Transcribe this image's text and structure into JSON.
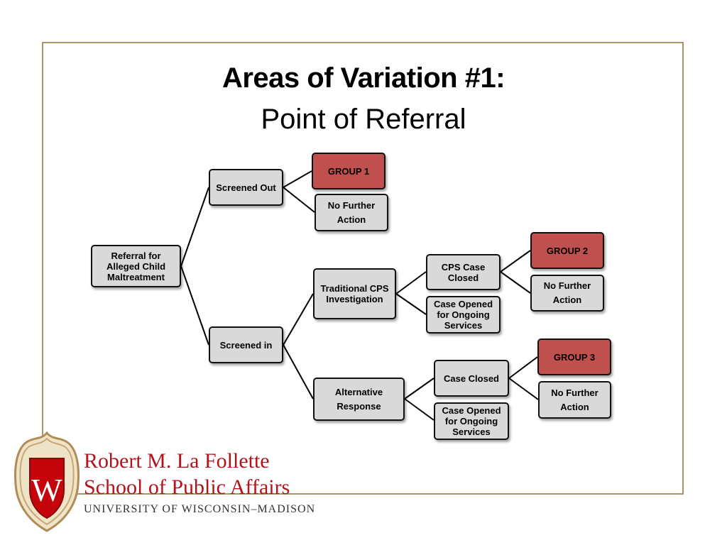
{
  "slide": {
    "title": "Areas of Variation #1:",
    "subtitle": "Point of Referral"
  },
  "nodes": {
    "referral": "Referral for Alleged Child Maltreatment",
    "screened_out": "Screened Out",
    "group1": "GROUP 1",
    "no_action_1": "No Further Action",
    "screened_in": "Screened in",
    "traditional": "Traditional CPS Investigation",
    "cps_closed": "CPS Case Closed",
    "group2": "GROUP 2",
    "no_action_2": "No Further Action",
    "case_opened_1": "Case Opened for Ongoing Services",
    "alternative": "Alternative Response",
    "case_closed": "Case Closed",
    "group3": "GROUP 3",
    "no_action_3": "No Further Action",
    "case_opened_2": "Case Opened for Ongoing Services"
  },
  "colors": {
    "node_fill": "#d9d9d9",
    "group_fill": "#c0504d",
    "frame": "#a6946a",
    "brand_red": "#b5121b"
  },
  "branding": {
    "line1": "Robert M. La Follette",
    "line2": "School of Public Affairs",
    "line3": "UNIVERSITY OF WISCONSIN–MADISON",
    "crest_letter": "W"
  }
}
